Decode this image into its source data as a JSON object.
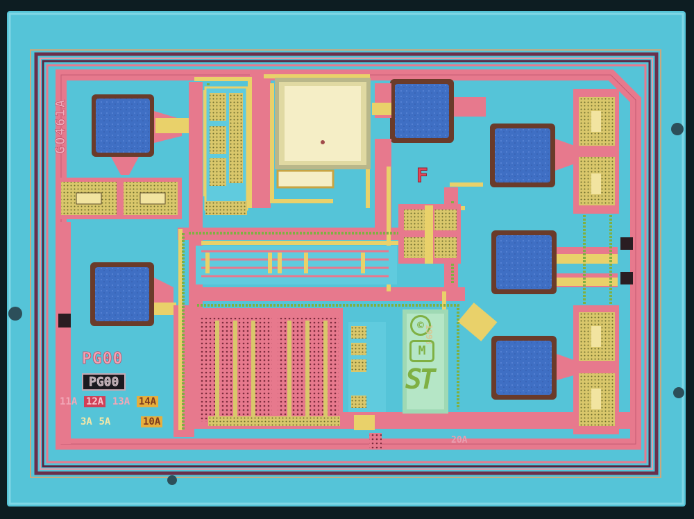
{
  "die": {
    "mask_id": "G0461A",
    "revision_letter": "F",
    "pg_label": "PG00",
    "pg_label_inverse": "PG00",
    "mask_steps": [
      "11A",
      "12A",
      "13A",
      "14A"
    ],
    "mask_steps_row2": [
      "3A",
      "5A",
      "10A"
    ],
    "corner_label": "20A",
    "copyright_glyph": "©",
    "copyright_year": "1998",
    "logo_letter": "M",
    "brand_logo": "ST"
  },
  "colors": {
    "substrate": "#55c4d8",
    "metal": "#e7798d",
    "poly": "#e9d16a",
    "pad": "#3d6ec0",
    "seal_ring": "#6a2f4a"
  }
}
